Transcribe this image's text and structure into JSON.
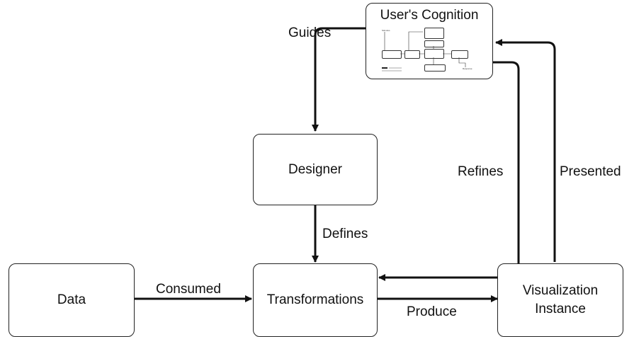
{
  "nodes": {
    "cognition": "User's Cognition",
    "designer": "Designer",
    "data": "Data",
    "transformations": "Transformations",
    "visualization_line1": "Visualization",
    "visualization_line2": "Instance"
  },
  "edges": {
    "guides": "Guides",
    "defines": "Defines",
    "consumed": "Consumed",
    "produce": "Produce",
    "refines": "Refines",
    "presented": "Presented"
  },
  "cognition_inset": {
    "stimulus": "Stimulus",
    "response": "Response"
  }
}
